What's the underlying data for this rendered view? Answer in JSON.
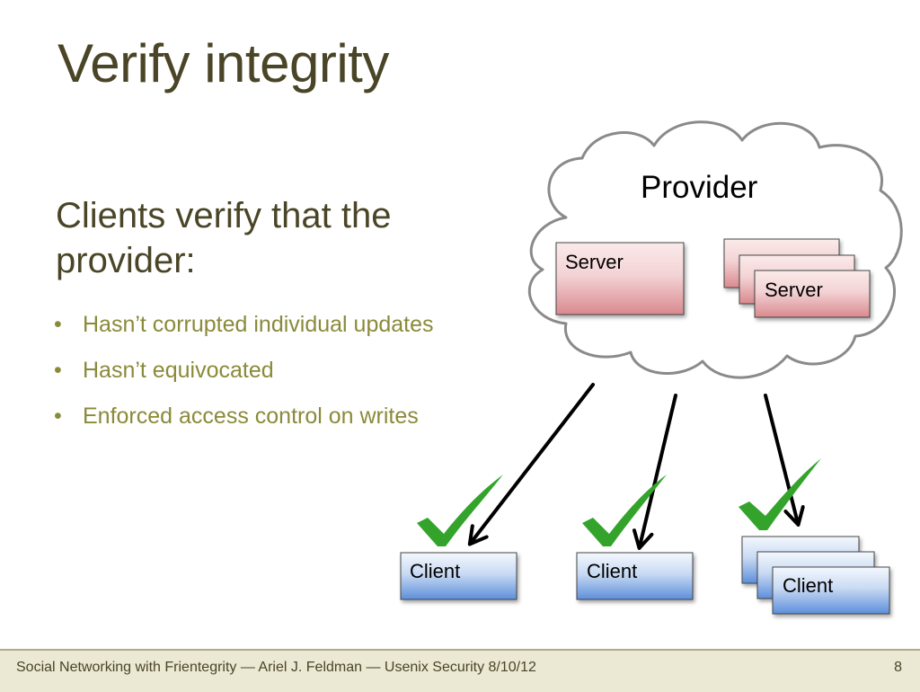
{
  "slide": {
    "title": "Verify integrity",
    "subhead": "Clients verify that the provider:",
    "bullets": [
      "Hasn’t corrupted individual updates",
      "Hasn’t equivocated",
      "Enforced access control on writes"
    ]
  },
  "diagram": {
    "provider_label": "Provider",
    "server_label": "Server",
    "client_label": "Client",
    "colors": {
      "cloud_fill": "#ffffff",
      "cloud_stroke": "#8a8a8a",
      "server_top": "#fbeaea",
      "server_bottom": "#d9898e",
      "client_top": "#f4f8fd",
      "client_bottom": "#5d8fdb",
      "check": "#34a32c",
      "arrow": "#000000"
    },
    "icons": [
      "cloud-shape",
      "check-icon",
      "arrow"
    ]
  },
  "footer": {
    "text": "Social Networking with Frientegrity — Ariel J. Feldman — Usenix Security 8/10/12",
    "page_number": "8"
  }
}
